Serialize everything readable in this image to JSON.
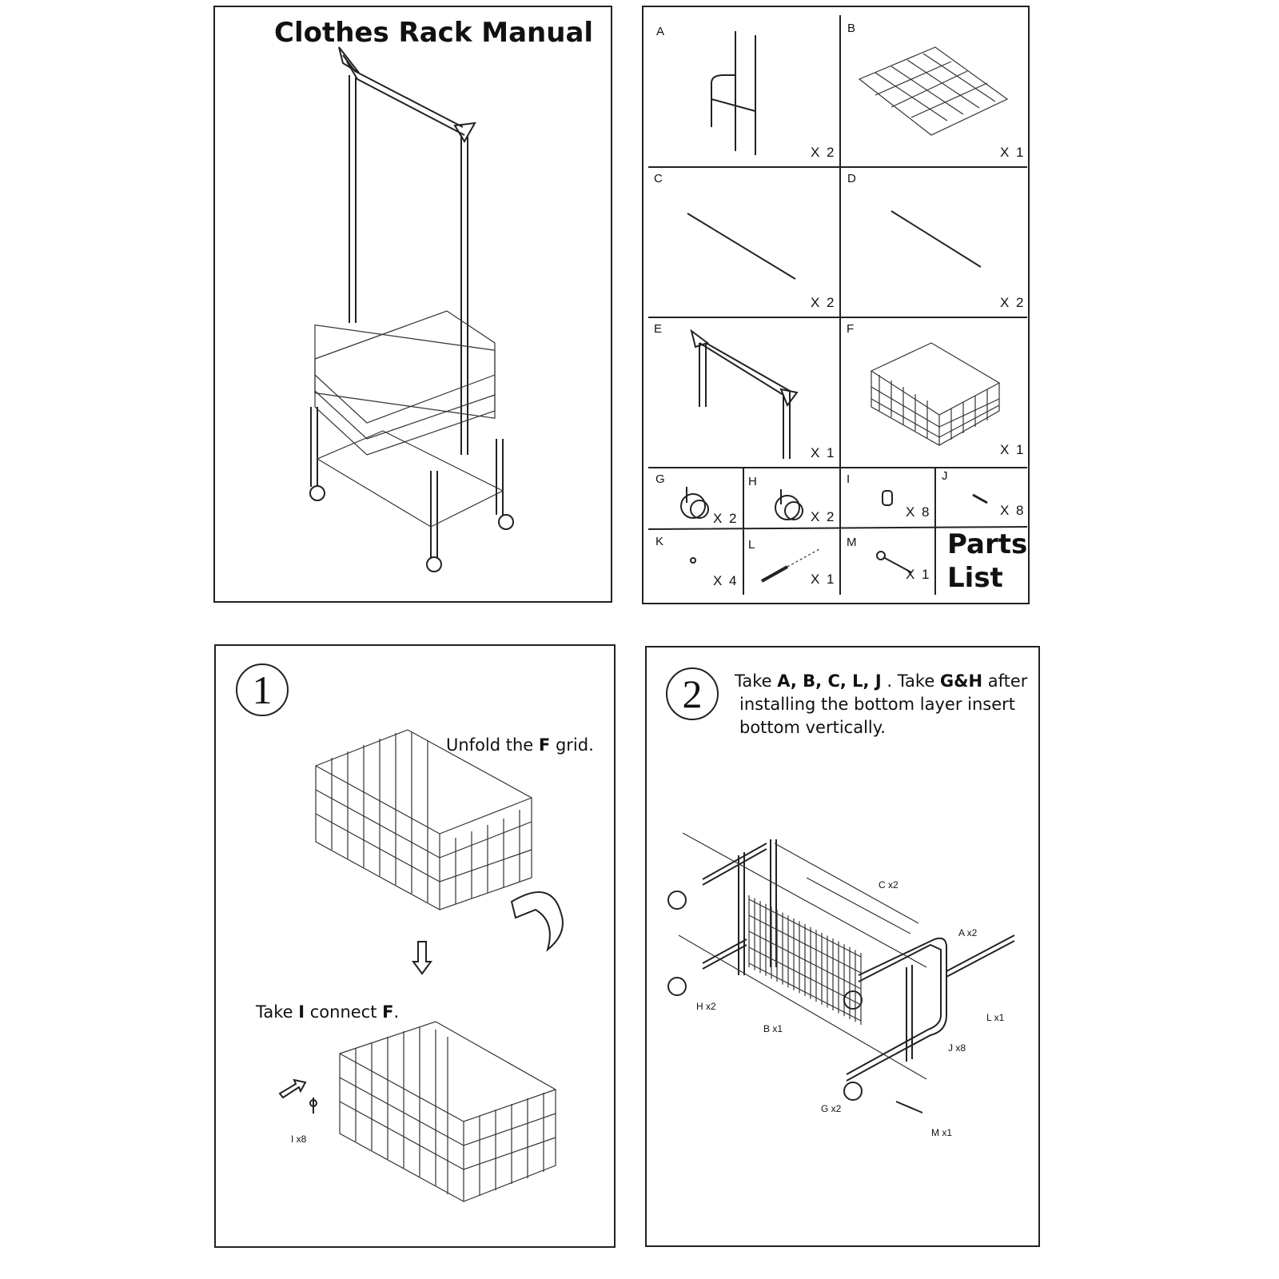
{
  "cover": {
    "title": "Clothes Rack Manual"
  },
  "parts": {
    "items": [
      {
        "letter": "A",
        "qty": "X 2"
      },
      {
        "letter": "B",
        "qty": "X 1"
      },
      {
        "letter": "C",
        "qty": "X 2"
      },
      {
        "letter": "D",
        "qty": "X 2"
      },
      {
        "letter": "E",
        "qty": "X 1"
      },
      {
        "letter": "F",
        "qty": "X 1"
      },
      {
        "letter": "G",
        "qty": "X 2"
      },
      {
        "letter": "H",
        "qty": "X 2"
      },
      {
        "letter": "I",
        "qty": "X 8"
      },
      {
        "letter": "J",
        "qty": "X 8"
      },
      {
        "letter": "K",
        "qty": "X 4"
      },
      {
        "letter": "L",
        "qty": "X 1"
      },
      {
        "letter": "M",
        "qty": "X 1"
      }
    ],
    "title_line1": "Parts",
    "title_line2": "List"
  },
  "step1": {
    "number": "1",
    "unfold_pre": "Unfold the ",
    "unfold_bold": "F",
    "unfold_post": " grid.",
    "take_pre": "Take ",
    "take_bold1": "I",
    "take_mid": " connect ",
    "take_bold2": "F",
    "take_post": ".",
    "callout_i": "I x8"
  },
  "step2": {
    "number": "2",
    "line1_pre": "Take ",
    "line1_bold": "A, B, C, L, J",
    "line1_mid": " . Take ",
    "line1_bold2": "G&H",
    "line1_post": " after",
    "line2": "installing the bottom layer insert",
    "line3": "bottom vertically.",
    "callouts": {
      "c": "C x2",
      "a": "A x2",
      "h": "H x2",
      "b": "B x1",
      "l": "L x1",
      "j": "J x8",
      "g": "G x2",
      "m": "M x1"
    }
  }
}
